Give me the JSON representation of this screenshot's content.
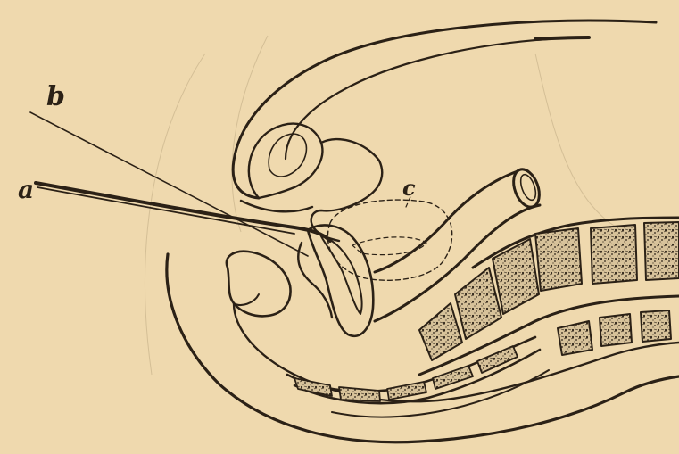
{
  "figure": {
    "labels": {
      "a": "a",
      "b": "b",
      "c": "c"
    },
    "colors": {
      "paper": "#efd9ae",
      "ink": "#2b2116"
    }
  }
}
